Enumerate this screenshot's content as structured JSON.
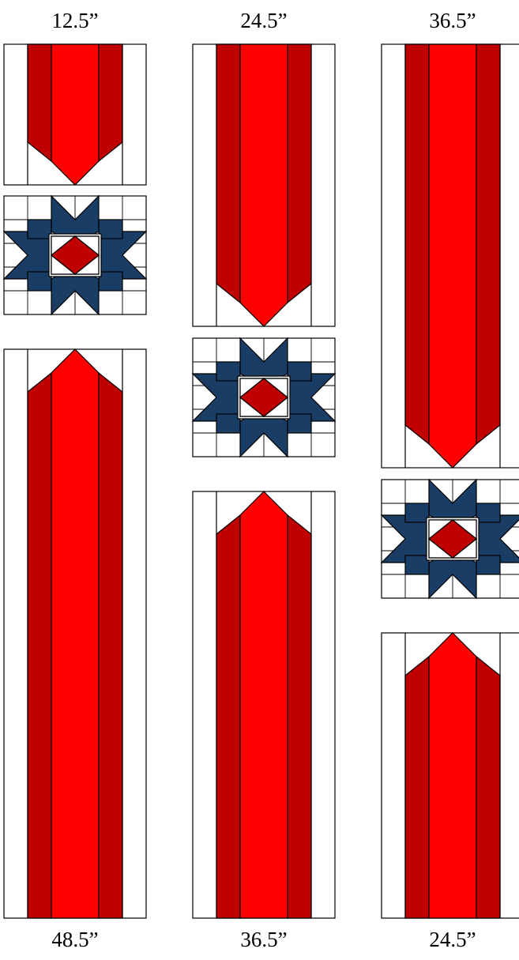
{
  "labels": {
    "top": [
      "12.5”",
      "24.5”",
      "36.5”"
    ],
    "bottom": [
      "48.5”",
      "36.5”",
      "24.5”"
    ]
  },
  "colors": {
    "background": "#ffffff",
    "outline": "#000000",
    "red_light": "#ff0000",
    "red_dark": "#c00000",
    "navy": "#1a3d66",
    "blue": "#3b82c8"
  },
  "columns": [
    {
      "name": "column-1",
      "pieces": [
        {
          "type": "pennant-down",
          "length_in": 12.5
        },
        {
          "type": "star-block"
        },
        {
          "type": "pennant-up",
          "length_in": 48.5
        }
      ]
    },
    {
      "name": "column-2",
      "pieces": [
        {
          "type": "pennant-down",
          "length_in": 24.5
        },
        {
          "type": "star-block"
        },
        {
          "type": "pennant-up",
          "length_in": 36.5
        }
      ]
    },
    {
      "name": "column-3",
      "pieces": [
        {
          "type": "pennant-down",
          "length_in": 36.5
        },
        {
          "type": "star-block"
        },
        {
          "type": "pennant-up",
          "length_in": 24.5
        }
      ]
    }
  ]
}
